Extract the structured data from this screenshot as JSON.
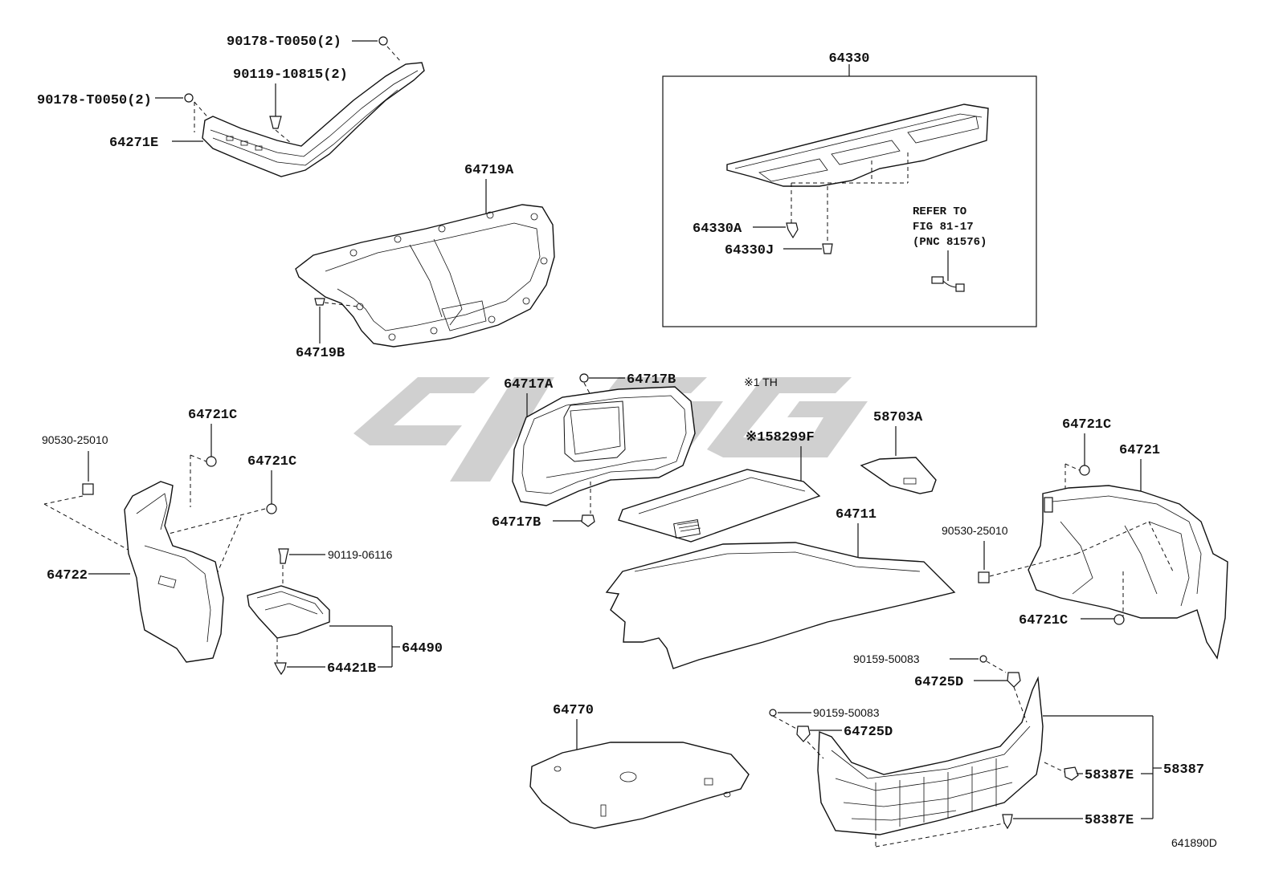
{
  "labels": {
    "p64330": "64330",
    "p64330a": "64330A",
    "p64330j": "64330J",
    "refer_line1": "REFER TO",
    "refer_line2": "FIG 81-17",
    "refer_line3": "(PNC 81576)",
    "p90178_top": "90178-T0050(2)",
    "p90119_10815": "90119-10815(2)",
    "p90178_left": "90178-T0050(2)",
    "p64271e": "64271E",
    "p64719a": "64719A",
    "p64719b": "64719B",
    "p64717a": "64717A",
    "p64717b_top": "64717B",
    "p64717b_bottom": "64717B",
    "note_th": "※1 TH",
    "p158299f": "※158299F",
    "p58703a": "58703A",
    "p64711": "64711",
    "p64721c_left1": "64721C",
    "p64721c_left2": "64721C",
    "p90530_left": "90530-25010",
    "p64722": "64722",
    "p90119_06116": "90119-06116",
    "p64490": "64490",
    "p64421b": "64421B",
    "p64721c_right1": "64721C",
    "p64721": "64721",
    "p90530_right": "90530-25010",
    "p64721c_right2": "64721C",
    "p90159_top": "90159-50083",
    "p64725d_top": "64725D",
    "p90159_bottom": "90159-50083",
    "p64725d_bottom": "64725D",
    "p64770": "64770",
    "p58387": "58387",
    "p58387e_top": "58387E",
    "p58387e_bottom": "58387E",
    "figure_code": "641890D"
  },
  "colors": {
    "line": "#111111",
    "watermark": "#c8c8c8",
    "background": "#ffffff"
  }
}
